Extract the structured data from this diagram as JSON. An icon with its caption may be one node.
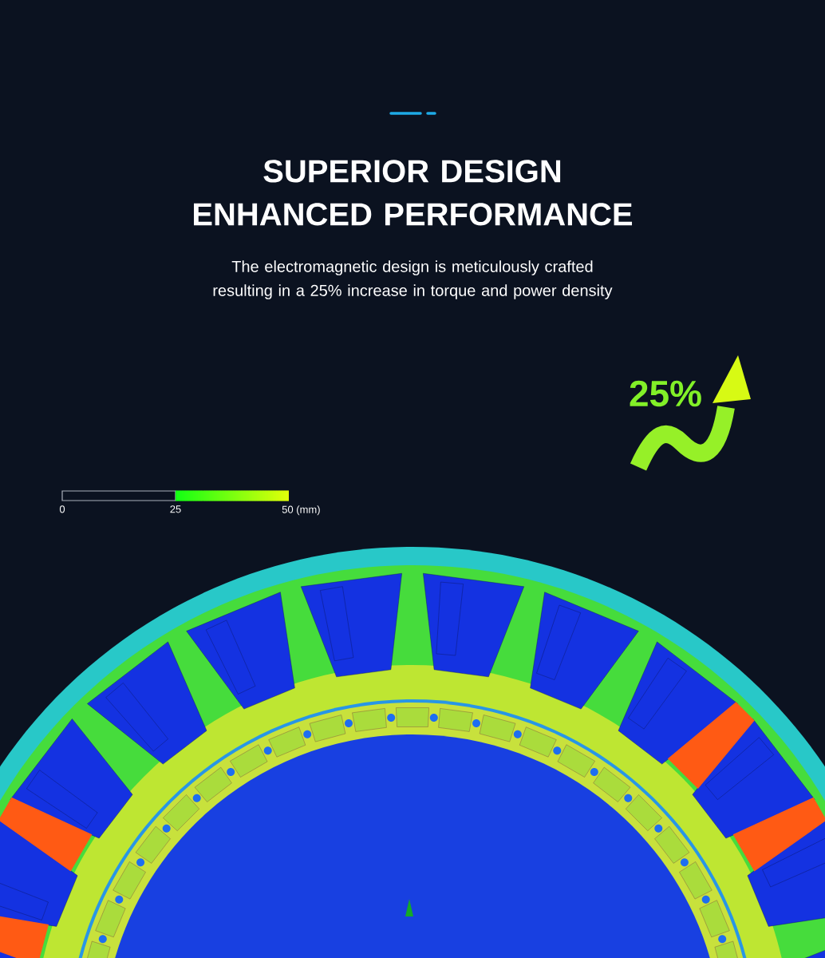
{
  "diagram": {
    "title": "SUPERIOR DESIGN ENHANCED PERFORMANCE",
    "labels": [
      "The electromagnetic design is meticulously crafted resulting in a 25% increase in torque and power density",
      "25%",
      "0",
      "25",
      "50 (mm)"
    ]
  }
}
